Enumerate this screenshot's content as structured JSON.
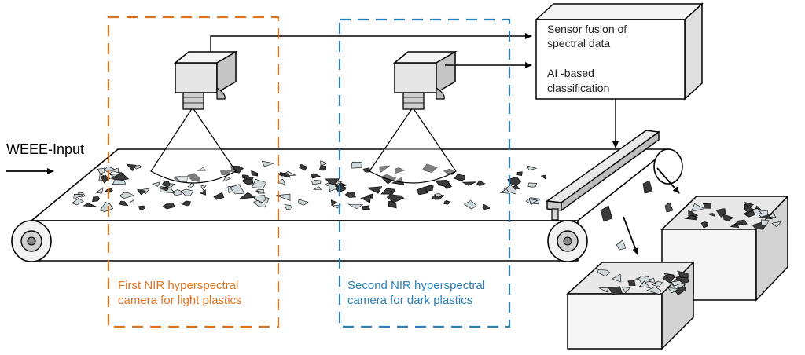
{
  "input_label": "WEEE-Input",
  "processor": {
    "line1": "Sensor fusion of",
    "line2": "spectral data",
    "line3": "AI -based",
    "line4": "classification"
  },
  "camera1": {
    "label_line1": "First NIR hyperspectral",
    "label_line2": "camera for light plastics",
    "color": "#e07320"
  },
  "camera2": {
    "label_line1": "Second NIR hyperspectral",
    "label_line2": "camera for dark plastics",
    "color": "#2a7fb8"
  },
  "colors": {
    "light_flake": "#cfd8da",
    "dark_flake": "#3a3a3a",
    "metal": "#d6d6d6"
  }
}
